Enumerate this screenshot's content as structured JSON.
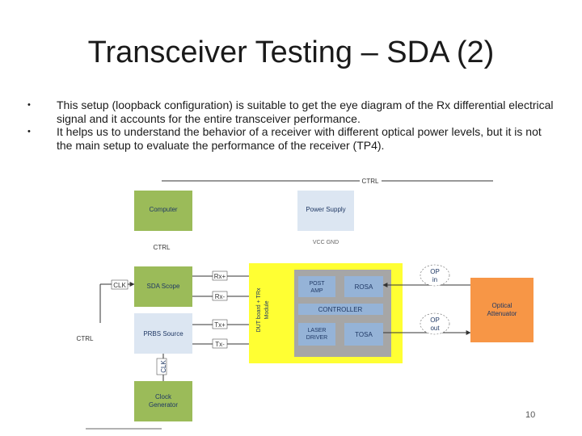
{
  "slide": {
    "title": "Transceiver Testing – SDA (2)",
    "bullets": [
      "This setup (loopback configuration) is suitable to get the eye diagram of the Rx differential electrical signal and it accounts for the entire transceiver performance.",
      "It helps us to understand the behavior of a receiver with different optical power levels, but it is not the main setup to evaluate the performance of the receiver (TP4)."
    ],
    "page_number": "10"
  },
  "diagram": {
    "blocks": {
      "computer": "Computer",
      "power_supply": "Power Supply",
      "sda_scope": "SDA Scope",
      "prbs_source": "PRBS Source",
      "clock_generator": [
        "Clock",
        "Generator"
      ],
      "post_amp": [
        "POST",
        "AMP"
      ],
      "rosa": "ROSA",
      "controller": "CONTROLLER",
      "laser_driver": [
        "LASER",
        "DRIVER"
      ],
      "tosa": "TOSA",
      "optical_attenuator": [
        "Optical",
        "Attenuator"
      ]
    },
    "labels": {
      "ctrl_top": "CTRL",
      "ctrl_mid": "CTRL",
      "ctrl_left": "CTRL",
      "vcc_gnd": "VCC    GND",
      "clk_left": "CLK",
      "clk_vertical": "CLK",
      "rx_plus": "Rx+",
      "rx_minus": "Rx-",
      "tx_plus": "Tx+",
      "tx_minus": "Tx-",
      "dut": [
        "DUT board + TRx",
        "Module"
      ],
      "op_in": [
        "OP",
        "in"
      ],
      "op_out": [
        "OP",
        "out"
      ]
    },
    "colors": {
      "green_block": "#9bbb59",
      "light_block": "#dce6f2",
      "dut_board": "#ffff33",
      "module": "#a6a6a6",
      "inner_block": "#95b3d7",
      "attenuator": "#f79646"
    }
  }
}
